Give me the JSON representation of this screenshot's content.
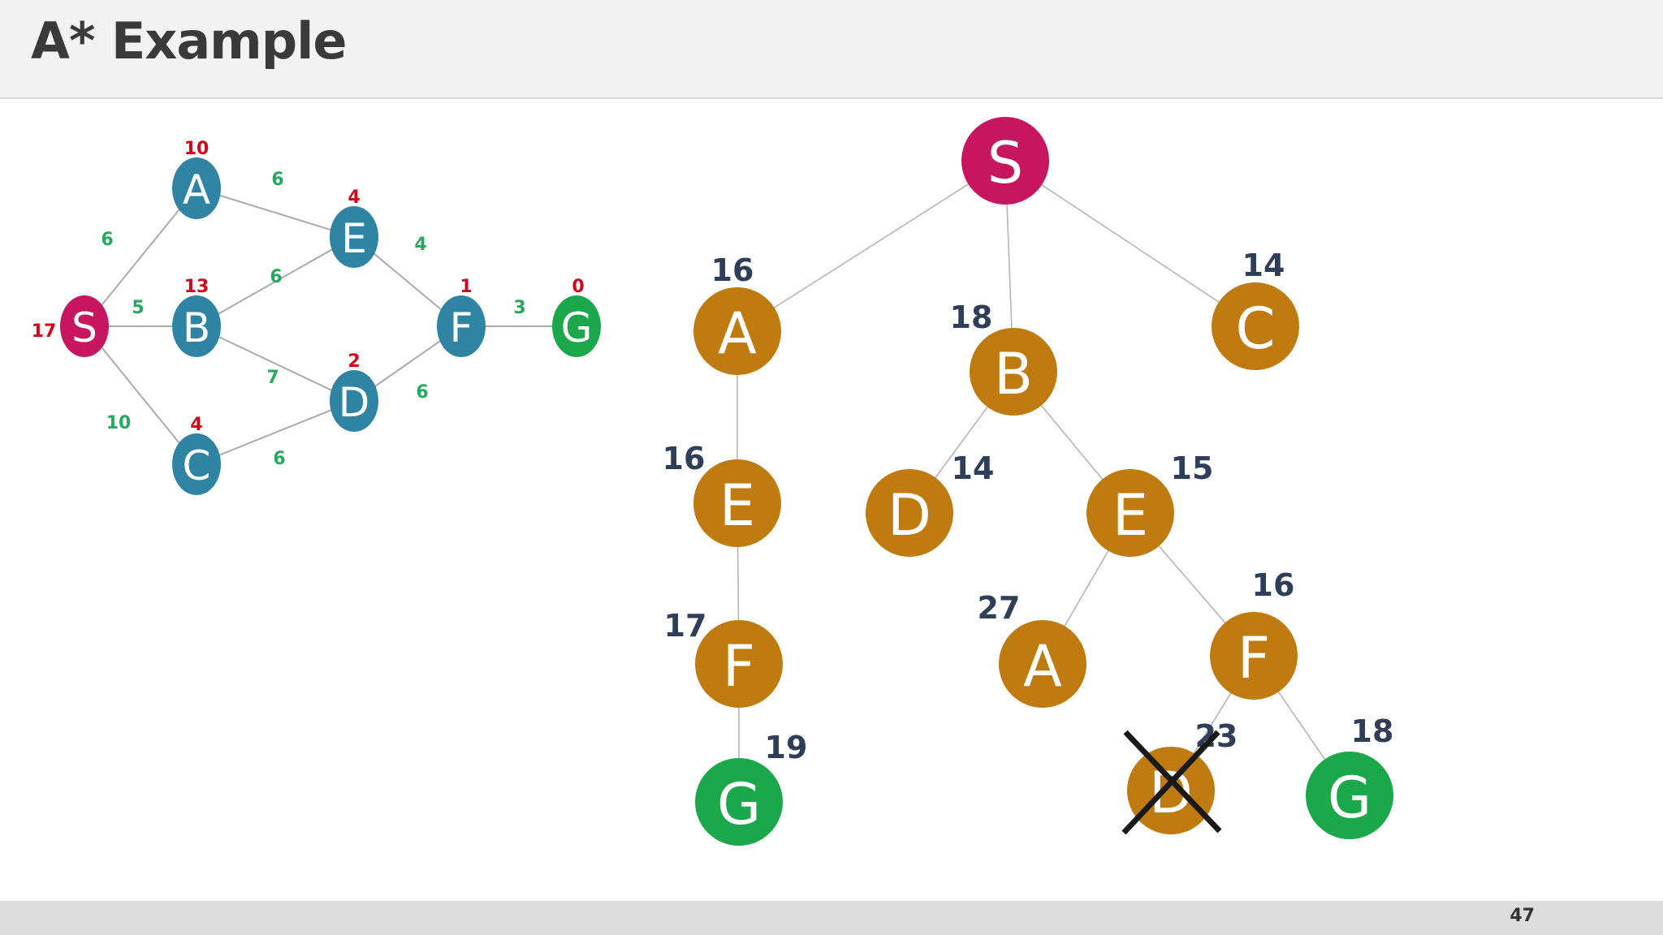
{
  "slide": {
    "title": "A* Example",
    "page_number": "47"
  },
  "colors": {
    "start": "#c8155f",
    "goal": "#1aa84a",
    "graph_node": "#2f84a3",
    "tree_node": "#bf7a10",
    "heuristic": "#d0021b",
    "edge_weight": "#27a860",
    "f_value": "#2f3f5a"
  },
  "graph": {
    "nodes": {
      "S": {
        "label": "S",
        "h": "17"
      },
      "A": {
        "label": "A",
        "h": "10"
      },
      "B": {
        "label": "B",
        "h": "13"
      },
      "C": {
        "label": "C",
        "h": "4"
      },
      "E": {
        "label": "E",
        "h": "4"
      },
      "D": {
        "label": "D",
        "h": "2"
      },
      "F": {
        "label": "F",
        "h": "1"
      },
      "G": {
        "label": "G",
        "h": "0"
      }
    },
    "edges": [
      {
        "from": "S",
        "to": "A",
        "w": "6"
      },
      {
        "from": "S",
        "to": "B",
        "w": "5"
      },
      {
        "from": "S",
        "to": "C",
        "w": "10"
      },
      {
        "from": "A",
        "to": "E",
        "w": "6"
      },
      {
        "from": "B",
        "to": "E",
        "w": "6"
      },
      {
        "from": "B",
        "to": "D",
        "w": "7"
      },
      {
        "from": "C",
        "to": "D",
        "w": "6"
      },
      {
        "from": "E",
        "to": "F",
        "w": "4"
      },
      {
        "from": "D",
        "to": "F",
        "w": "6"
      },
      {
        "from": "F",
        "to": "G",
        "w": "3"
      }
    ]
  },
  "tree": {
    "nodes": [
      {
        "id": "t_S",
        "label": "S",
        "f": "",
        "kind": "start"
      },
      {
        "id": "t_A",
        "label": "A",
        "f": "16",
        "kind": "normal"
      },
      {
        "id": "t_B",
        "label": "B",
        "f": "18",
        "kind": "normal"
      },
      {
        "id": "t_C",
        "label": "C",
        "f": "14",
        "kind": "normal"
      },
      {
        "id": "t_E1",
        "label": "E",
        "f": "16",
        "kind": "normal"
      },
      {
        "id": "t_F1",
        "label": "F",
        "f": "17",
        "kind": "normal"
      },
      {
        "id": "t_G1",
        "label": "G",
        "f": "19",
        "kind": "goal"
      },
      {
        "id": "t_D1",
        "label": "D",
        "f": "14",
        "kind": "normal"
      },
      {
        "id": "t_E2",
        "label": "E",
        "f": "15",
        "kind": "normal"
      },
      {
        "id": "t_A2",
        "label": "A",
        "f": "27",
        "kind": "normal"
      },
      {
        "id": "t_F2",
        "label": "F",
        "f": "16",
        "kind": "normal"
      },
      {
        "id": "t_D2",
        "label": "D",
        "f": "23",
        "kind": "pruned"
      },
      {
        "id": "t_G2",
        "label": "G",
        "f": "18",
        "kind": "goal"
      }
    ],
    "edges": [
      [
        "t_S",
        "t_A"
      ],
      [
        "t_S",
        "t_B"
      ],
      [
        "t_S",
        "t_C"
      ],
      [
        "t_A",
        "t_E1"
      ],
      [
        "t_E1",
        "t_F1"
      ],
      [
        "t_F1",
        "t_G1"
      ],
      [
        "t_B",
        "t_D1"
      ],
      [
        "t_B",
        "t_E2"
      ],
      [
        "t_E2",
        "t_A2"
      ],
      [
        "t_E2",
        "t_F2"
      ],
      [
        "t_F2",
        "t_D2"
      ],
      [
        "t_F2",
        "t_G2"
      ]
    ]
  }
}
